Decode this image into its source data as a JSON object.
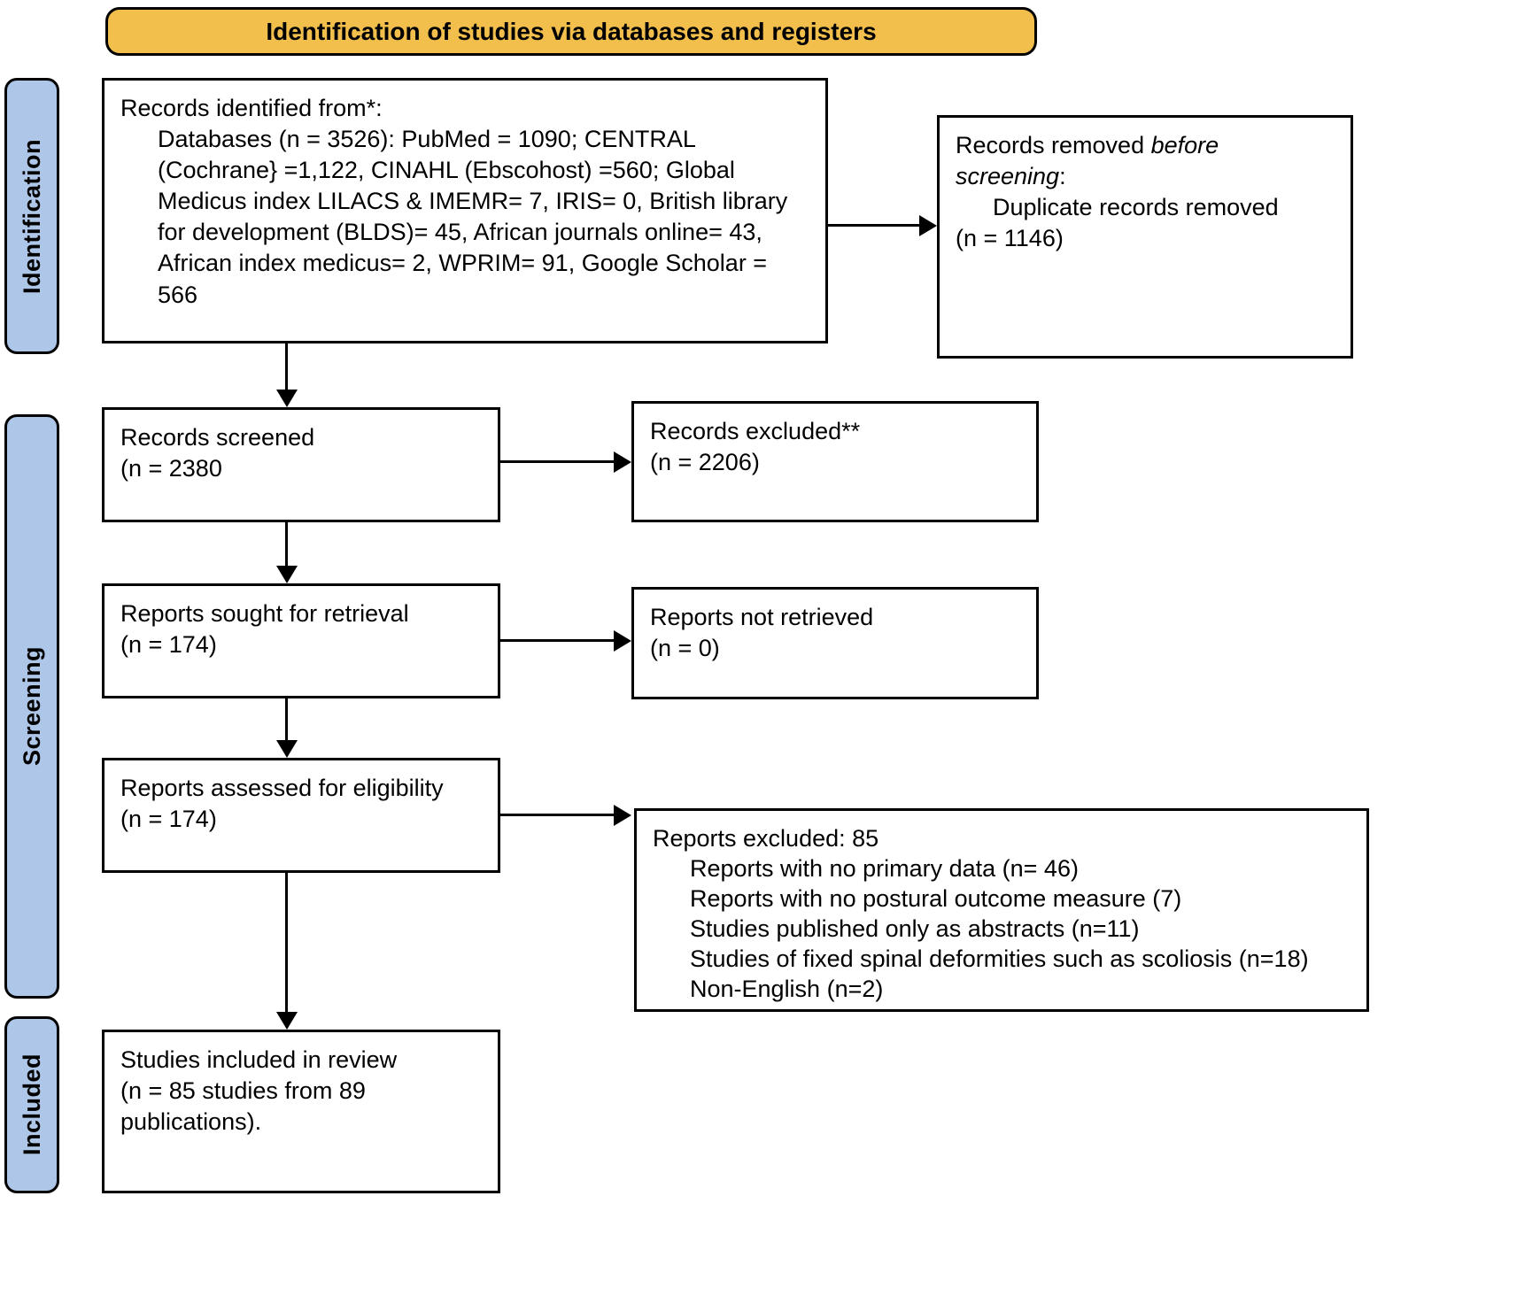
{
  "diagram": {
    "title": "Identification of studies via databases and registers",
    "colors": {
      "banner": "#f2bf4c",
      "stage_label": "#aec6e8",
      "box_border": "#000000",
      "box_fill": "#ffffff"
    }
  },
  "stages": [
    {
      "id": "identification",
      "label": "Identification"
    },
    {
      "id": "screening",
      "label": "Screening"
    },
    {
      "id": "included",
      "label": "Included"
    }
  ],
  "boxes": {
    "records_identified": {
      "heading": "Records identified from*:",
      "detail": "Databases (n = 3526): PubMed = 1090; CENTRAL (Cochrane} =1,122, CINAHL (Ebscohost) =560; Global Medicus index LILACS & IMEMR= 7, IRIS= 0, British library for development (BLDS)= 45, African journals online= 43, African index medicus= 2, WPRIM= 91, Google Scholar = 566"
    },
    "records_removed": {
      "line1_pre": "Records removed ",
      "line1_em": "before",
      "line2_em": "screening",
      "line2_post": ":",
      "detail1": "Duplicate records removed",
      "detail2": "(n = 1146)"
    },
    "records_screened": {
      "line1": "Records screened",
      "line2": "(n = 2380"
    },
    "records_excluded": {
      "line1": "Records excluded**",
      "line2": "(n = 2206)"
    },
    "reports_sought": {
      "line1": "Reports sought for retrieval",
      "line2": "(n = 174)"
    },
    "reports_not_retrieved": {
      "line1": "Reports not retrieved",
      "line2": "(n = 0)"
    },
    "reports_assessed": {
      "line1": "Reports assessed for eligibility",
      "line2": "(n = 174)"
    },
    "reports_excluded": {
      "heading": "Reports excluded: 85",
      "reasons": [
        "Reports with no primary data (n= 46)",
        "Reports with no postural outcome measure (7)",
        "Studies published only as abstracts (n=11)",
        "Studies of fixed spinal deformities such as scoliosis (n=18)",
        "Non-English (n=2)"
      ]
    },
    "studies_included": {
      "line1": "Studies included in review",
      "line2": "(n = 85 studies from 89",
      "line3": "publications)."
    }
  }
}
